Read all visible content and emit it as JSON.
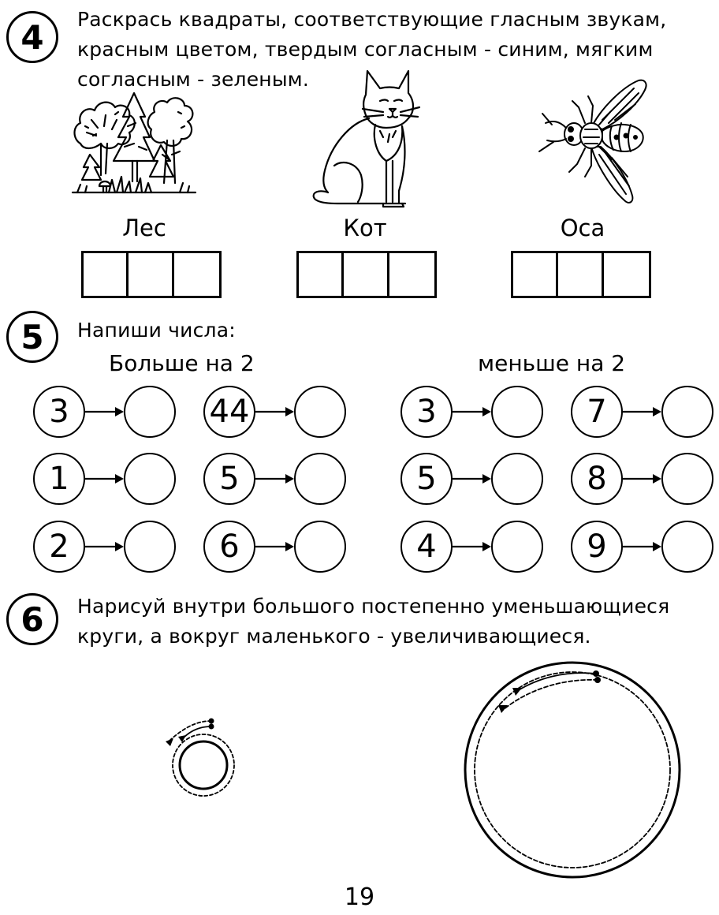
{
  "task4": {
    "number": "4",
    "instruction": [
      "Раскрась квадраты, соответствующие гласным звукам,",
      "красным цветом, твердым согласным - синим, мягким",
      "согласным - зеленым."
    ],
    "words": [
      {
        "label": "Лес",
        "icon": "forest-icon"
      },
      {
        "label": "Кот",
        "icon": "cat-icon"
      },
      {
        "label": "Оса",
        "icon": "wasp-icon"
      }
    ]
  },
  "task5": {
    "number": "5",
    "instruction": "Напиши числа:",
    "group_more": {
      "title": "Больше на 2",
      "rows": [
        [
          "3",
          "44"
        ],
        [
          "1",
          "5"
        ],
        [
          "2",
          "6"
        ]
      ]
    },
    "group_less": {
      "title": "меньше на 2",
      "rows": [
        [
          "3",
          "7"
        ],
        [
          "5",
          "8"
        ],
        [
          "4",
          "9"
        ]
      ]
    }
  },
  "task6": {
    "number": "6",
    "instruction": [
      "Нарисуй внутри большого постепенно уменьшающиеся",
      "круги, а вокруг маленького - увеличивающиеся."
    ]
  },
  "page_number": "19"
}
